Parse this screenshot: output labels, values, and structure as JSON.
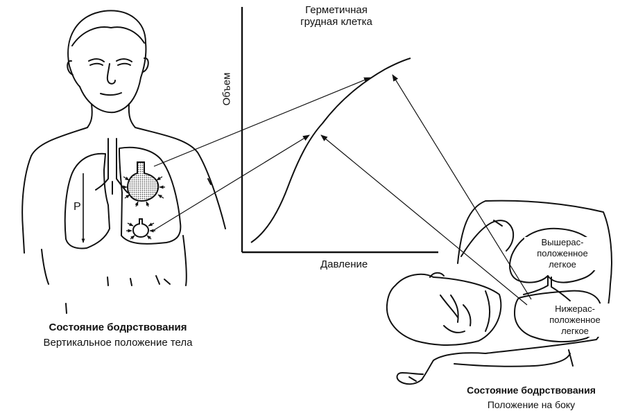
{
  "chart": {
    "title_line1": "Герметичная",
    "title_line2": "грудная клетка",
    "ylabel": "Объем",
    "xlabel": "Давление"
  },
  "upright": {
    "pressure_label": "P",
    "caption_line1": "Состояние бодрствования",
    "caption_line2": "Вертикальное положение тела"
  },
  "lateral": {
    "upper_lung_line1": "Вышерас-",
    "upper_lung_line2": "положенное",
    "upper_lung_line3": "легкое",
    "lower_lung_line1": "Нижерас-",
    "lower_lung_line2": "положенное",
    "lower_lung_line3": "легкое",
    "caption_line1": "Состояние бодрствования",
    "caption_line2": "Положение на боку"
  },
  "colors": {
    "ink": "#111111",
    "alveolus_fill": "#bdbdbd"
  }
}
